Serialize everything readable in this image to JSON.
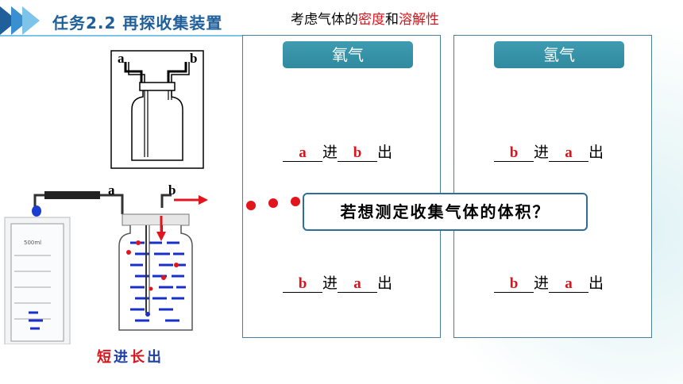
{
  "header": {
    "title": "任务2.2  再探收集装置"
  },
  "subtitle": {
    "part1": "考虑气体的",
    "part2": "密度",
    "part3": "和",
    "part4": "溶解性"
  },
  "left_panel": {
    "title": "氧气",
    "row1": {
      "in": "a",
      "mid": "进",
      "out": "b",
      "end": "出"
    },
    "row2": {
      "in": "b",
      "mid": "进",
      "out": "a",
      "end": "出"
    }
  },
  "right_panel": {
    "title": "氢气",
    "row1": {
      "in": "b",
      "mid": "进",
      "out": "a",
      "end": "出"
    },
    "row2": {
      "in": "b",
      "mid": "进",
      "out": "a",
      "end": "出"
    }
  },
  "question": "若想测定收集气体的体积？",
  "diagram": {
    "top_label_a": "a",
    "top_label_b": "b",
    "bottom_label_a": "a",
    "bottom_label_b": "b",
    "cylinder_marking": "500ml"
  },
  "caption": {
    "c1": "短",
    "c2": "进",
    "c3": "长",
    "c4": "出"
  }
}
